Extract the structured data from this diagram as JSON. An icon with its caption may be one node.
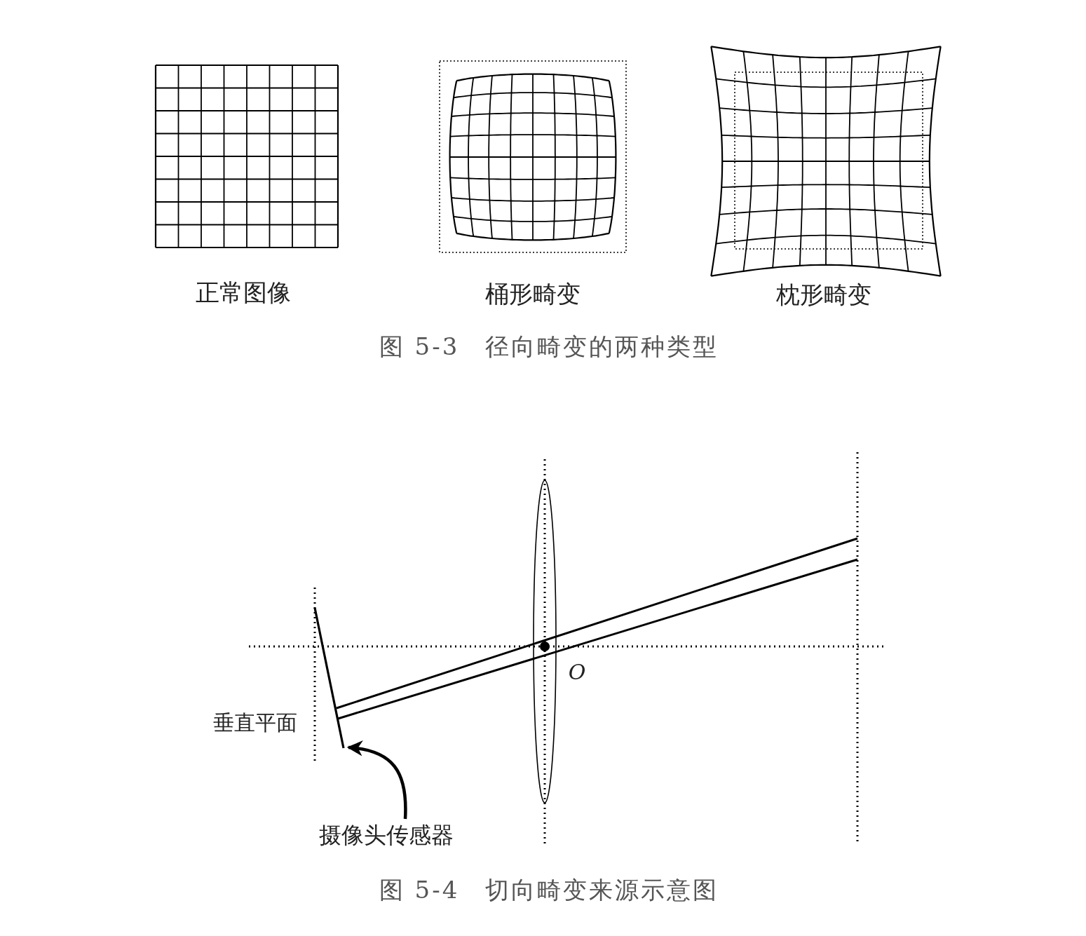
{
  "diagram": {
    "nodes": [
      {
        "text": [
          "摄像头传感器"
        ]
      },
      {
        "text": [],
        "shape": "bar"
      }
    ],
    "edges": [
      {
        "from": 0,
        "to": 1,
        "arrow": "to"
      }
    ],
    "labels": [
      "正常图像",
      "桶形畸变",
      "枕形畸变",
      "图 5-3　径向畸变的两种类型",
      "垂直平面",
      "O",
      "图 5-4　切向畸变来源示意图"
    ]
  }
}
